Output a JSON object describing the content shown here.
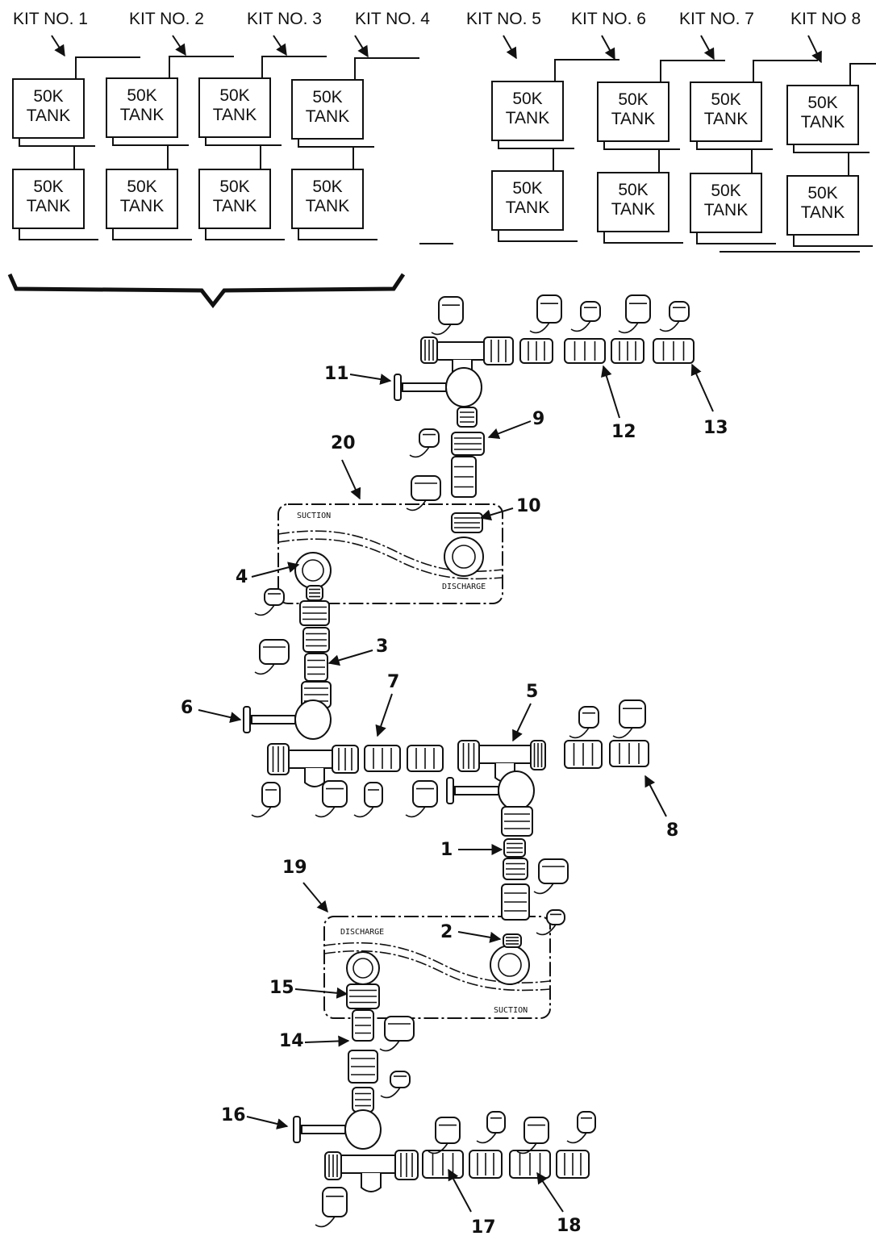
{
  "kits": [
    {
      "label": "KIT NO. 1",
      "tank_top": "50K\nTANK",
      "tank_bottom": "50K\nTANK"
    },
    {
      "label": "KIT NO. 2",
      "tank_top": "50K\nTANK",
      "tank_bottom": "50K\nTANK"
    },
    {
      "label": "KIT NO. 3",
      "tank_top": "50K\nTANK",
      "tank_bottom": "50K\nTANK"
    },
    {
      "label": "KIT NO. 4",
      "tank_top": "50K\nTANK",
      "tank_bottom": "50K\nTANK"
    },
    {
      "label": "KIT NO. 5",
      "tank_top": "50K\nTANK",
      "tank_bottom": "50K\nTANK"
    },
    {
      "label": "KIT NO. 6",
      "tank_top": "50K\nTANK",
      "tank_bottom": "50K\nTANK"
    },
    {
      "label": "KIT NO. 7",
      "tank_top": "50K\nTANK",
      "tank_bottom": "50K\nTANK"
    },
    {
      "label": "KIT NO  8",
      "tank_top": "50K\nTANK",
      "tank_bottom": "50K\nTANK"
    }
  ],
  "panels": {
    "upper": {
      "top_label": "SUCTION",
      "bottom_label": "DISCHARGE"
    },
    "lower": {
      "top_label": "DISCHARGE",
      "bottom_label": "SUCTION"
    }
  },
  "callouts": [
    "1",
    "2",
    "3",
    "4",
    "5",
    "6",
    "7",
    "8",
    "9",
    "10",
    "11",
    "12",
    "13",
    "14",
    "15",
    "16",
    "17",
    "18",
    "19",
    "20"
  ]
}
